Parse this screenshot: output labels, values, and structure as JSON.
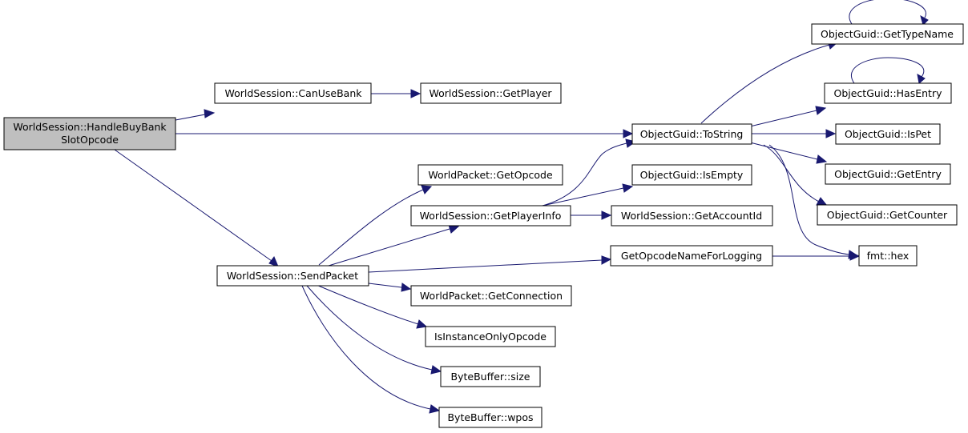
{
  "graph": {
    "type": "call-graph",
    "colors": {
      "edge": "#191970",
      "root_fill": "#bfbfbf",
      "node_fill": "#ffffff",
      "node_border": "#000000"
    },
    "nodes": {
      "root": {
        "line1": "WorldSession::HandleBuyBank",
        "line2": "SlotOpcode"
      },
      "canUseBank": "WorldSession::CanUseBank",
      "getPlayer": "WorldSession::GetPlayer",
      "toString": "ObjectGuid::ToString",
      "getTypeName": "ObjectGuid::GetTypeName",
      "hasEntry": "ObjectGuid::HasEntry",
      "isPet": "ObjectGuid::IsPet",
      "getEntry": "ObjectGuid::GetEntry",
      "getCounter": "ObjectGuid::GetCounter",
      "isEmpty": "ObjectGuid::IsEmpty",
      "getOpcode": "WorldPacket::GetOpcode",
      "getPlayerInfo": "WorldSession::GetPlayerInfo",
      "getAccountId": "WorldSession::GetAccountId",
      "getOpcodeName": "GetOpcodeNameForLogging",
      "fmtHex": "fmt::hex",
      "sendPacket": "WorldSession::SendPacket",
      "getConnection": "WorldPacket::GetConnection",
      "isInstanceOnly": "IsInstanceOnlyOpcode",
      "bbSize": "ByteBuffer::size",
      "bbWpos": "ByteBuffer::wpos"
    }
  }
}
